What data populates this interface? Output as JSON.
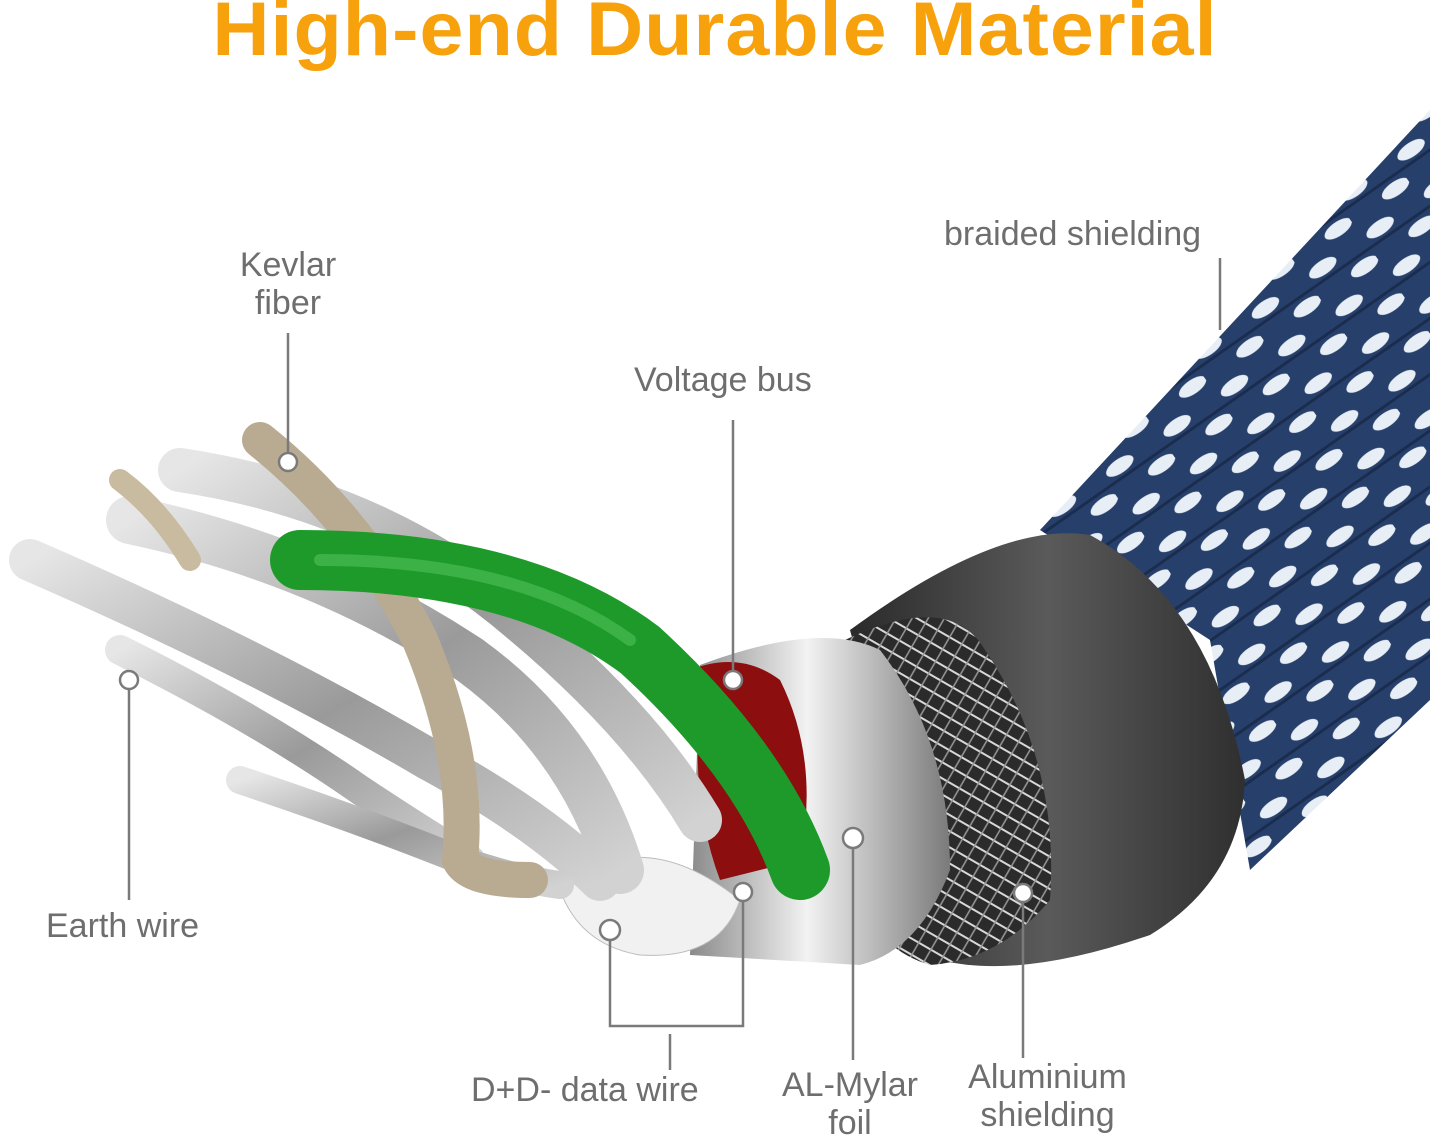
{
  "title": "High-end Durable Material",
  "colors": {
    "title": "#f7a10c",
    "label_text": "#6e6e6e",
    "leader_line": "#7a7a7a",
    "braid_blue": "#24385e",
    "braid_white": "#e8eef5",
    "green_wire": "#1e9a2a",
    "red_wire": "#8d0e0e",
    "kevlar": "#b8ab92",
    "steel": "#a9a9a9",
    "jacket": "#3a3a3a"
  },
  "labels": {
    "kevlar_line1": "Kevlar",
    "kevlar_line2": "fiber",
    "braided": "braided shielding",
    "voltage": "Voltage bus",
    "earth": "Earth wire",
    "data_wire": "D+D- data wire",
    "mylar_line1": "AL-Mylar",
    "mylar_line2": "foil",
    "aluminium_line1": "Aluminium",
    "aluminium_line2": "shielding"
  }
}
